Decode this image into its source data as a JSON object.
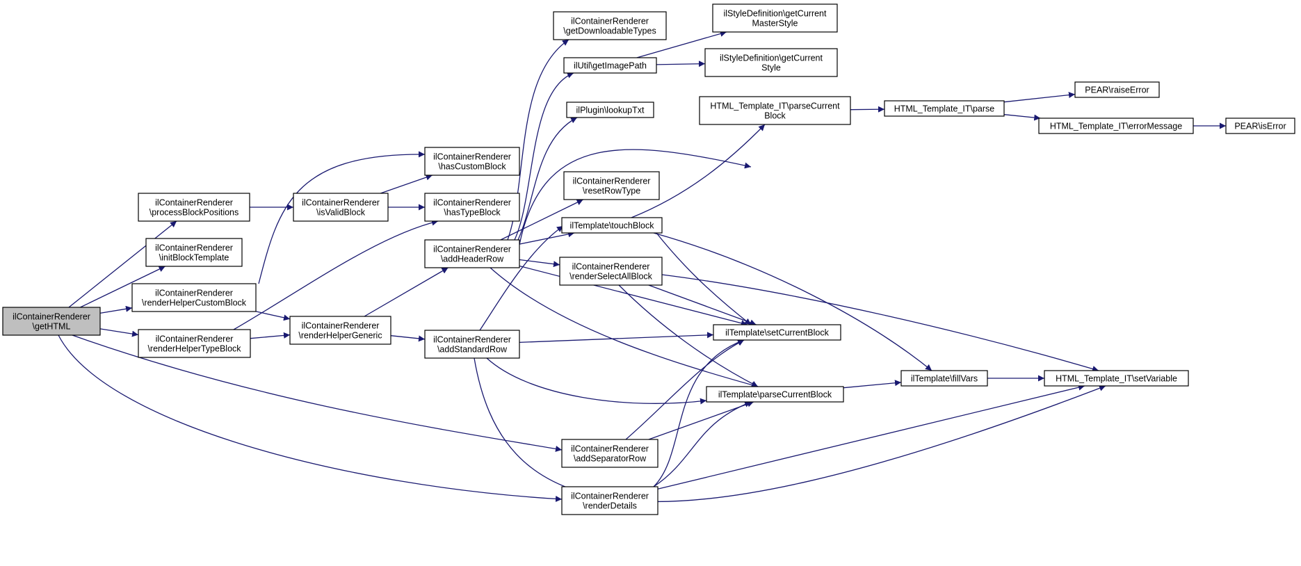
{
  "colors": {
    "edge": "#191970",
    "node_fill": "#ffffff",
    "root_fill": "#bfbfbf",
    "node_border": "#000000"
  },
  "nodes": [
    {
      "id": "getHTML",
      "lines": [
        "ilContainerRenderer",
        "\\getHTML"
      ],
      "root": true
    },
    {
      "id": "processBlockPositions",
      "lines": [
        "ilContainerRenderer",
        "\\processBlockPositions"
      ]
    },
    {
      "id": "initBlockTemplate",
      "lines": [
        "ilContainerRenderer",
        "\\initBlockTemplate"
      ]
    },
    {
      "id": "renderHelperCustomBlock",
      "lines": [
        "ilContainerRenderer",
        "\\renderHelperCustomBlock"
      ]
    },
    {
      "id": "renderHelperTypeBlock",
      "lines": [
        "ilContainerRenderer",
        "\\renderHelperTypeBlock"
      ]
    },
    {
      "id": "isValidBlock",
      "lines": [
        "ilContainerRenderer",
        "\\isValidBlock"
      ]
    },
    {
      "id": "renderHelperGeneric",
      "lines": [
        "ilContainerRenderer",
        "\\renderHelperGeneric"
      ]
    },
    {
      "id": "hasCustomBlock",
      "lines": [
        "ilContainerRenderer",
        "\\hasCustomBlock"
      ]
    },
    {
      "id": "hasTypeBlock",
      "lines": [
        "ilContainerRenderer",
        "\\hasTypeBlock"
      ]
    },
    {
      "id": "addHeaderRow",
      "lines": [
        "ilContainerRenderer",
        "\\addHeaderRow"
      ]
    },
    {
      "id": "addStandardRow",
      "lines": [
        "ilContainerRenderer",
        "\\addStandardRow"
      ]
    },
    {
      "id": "getDownloadableTypes",
      "lines": [
        "ilContainerRenderer",
        "\\getDownloadableTypes"
      ]
    },
    {
      "id": "getImagePath",
      "lines": [
        "ilUtil\\getImagePath"
      ]
    },
    {
      "id": "lookupTxt",
      "lines": [
        "ilPlugin\\lookupTxt"
      ]
    },
    {
      "id": "resetRowType",
      "lines": [
        "ilContainerRenderer",
        "\\resetRowType"
      ]
    },
    {
      "id": "touchBlock",
      "lines": [
        "ilTemplate\\touchBlock"
      ]
    },
    {
      "id": "renderSelectAllBlock",
      "lines": [
        "ilContainerRenderer",
        "\\renderSelectAllBlock"
      ]
    },
    {
      "id": "addSeparatorRow",
      "lines": [
        "ilContainerRenderer",
        "\\addSeparatorRow"
      ]
    },
    {
      "id": "renderDetails",
      "lines": [
        "ilContainerRenderer",
        "\\renderDetails"
      ]
    },
    {
      "id": "getCurrentMasterStyle",
      "lines": [
        "ilStyleDefinition\\getCurrent",
        "MasterStyle"
      ]
    },
    {
      "id": "getCurrentStyle",
      "lines": [
        "ilStyleDefinition\\getCurrent",
        "Style"
      ]
    },
    {
      "id": "itParseCurrentBlock",
      "lines": [
        "HTML_Template_IT\\parseCurrent",
        "Block"
      ]
    },
    {
      "id": "setCurrentBlock",
      "lines": [
        "ilTemplate\\setCurrentBlock"
      ]
    },
    {
      "id": "parseCurrentBlock",
      "lines": [
        "ilTemplate\\parseCurrentBlock"
      ]
    },
    {
      "id": "itParse",
      "lines": [
        "HTML_Template_IT\\parse"
      ]
    },
    {
      "id": "fillVars",
      "lines": [
        "ilTemplate\\fillVars"
      ]
    },
    {
      "id": "raiseError",
      "lines": [
        "PEAR\\raiseError"
      ]
    },
    {
      "id": "errorMessage",
      "lines": [
        "HTML_Template_IT\\errorMessage"
      ]
    },
    {
      "id": "setVariable",
      "lines": [
        "HTML_Template_IT\\setVariable"
      ]
    },
    {
      "id": "isError",
      "lines": [
        "PEAR\\isError"
      ]
    }
  ],
  "edges": [
    [
      "getHTML",
      "processBlockPositions"
    ],
    [
      "getHTML",
      "initBlockTemplate"
    ],
    [
      "getHTML",
      "renderHelperCustomBlock"
    ],
    [
      "getHTML",
      "renderHelperTypeBlock"
    ],
    [
      "getHTML",
      "addSeparatorRow"
    ],
    [
      "getHTML",
      "renderDetails"
    ],
    [
      "processBlockPositions",
      "isValidBlock"
    ],
    [
      "isValidBlock",
      "hasCustomBlock"
    ],
    [
      "isValidBlock",
      "hasTypeBlock"
    ],
    [
      "renderHelperCustomBlock",
      "hasCustomBlock"
    ],
    [
      "renderHelperCustomBlock",
      "renderHelperGeneric"
    ],
    [
      "renderHelperTypeBlock",
      "hasTypeBlock"
    ],
    [
      "renderHelperTypeBlock",
      "renderHelperGeneric"
    ],
    [
      "renderHelperGeneric",
      "addHeaderRow"
    ],
    [
      "renderHelperGeneric",
      "addStandardRow"
    ],
    [
      "addHeaderRow",
      "getDownloadableTypes"
    ],
    [
      "addHeaderRow",
      "getImagePath"
    ],
    [
      "addHeaderRow",
      "lookupTxt"
    ],
    [
      "addHeaderRow",
      "resetRowType"
    ],
    [
      "addHeaderRow",
      "touchBlock"
    ],
    [
      "addHeaderRow",
      "renderSelectAllBlock"
    ],
    [
      "addHeaderRow",
      "setCurrentBlock"
    ],
    [
      "addHeaderRow",
      "parseCurrentBlock"
    ],
    [
      "addHeaderRow",
      "setVariable"
    ],
    [
      "addStandardRow",
      "touchBlock"
    ],
    [
      "addStandardRow",
      "setCurrentBlock"
    ],
    [
      "addStandardRow",
      "parseCurrentBlock"
    ],
    [
      "addStandardRow",
      "setVariable"
    ],
    [
      "getImagePath",
      "getCurrentMasterStyle"
    ],
    [
      "getImagePath",
      "getCurrentStyle"
    ],
    [
      "touchBlock",
      "itParseCurrentBlock"
    ],
    [
      "touchBlock",
      "setCurrentBlock"
    ],
    [
      "touchBlock",
      "fillVars"
    ],
    [
      "renderSelectAllBlock",
      "setCurrentBlock"
    ],
    [
      "renderSelectAllBlock",
      "parseCurrentBlock"
    ],
    [
      "renderSelectAllBlock",
      "setVariable"
    ],
    [
      "addSeparatorRow",
      "setCurrentBlock"
    ],
    [
      "addSeparatorRow",
      "parseCurrentBlock"
    ],
    [
      "renderDetails",
      "setCurrentBlock"
    ],
    [
      "renderDetails",
      "parseCurrentBlock"
    ],
    [
      "renderDetails",
      "setVariable"
    ],
    [
      "itParseCurrentBlock",
      "itParse"
    ],
    [
      "itParse",
      "raiseError"
    ],
    [
      "itParse",
      "errorMessage"
    ],
    [
      "errorMessage",
      "isError"
    ],
    [
      "parseCurrentBlock",
      "fillVars"
    ],
    [
      "fillVars",
      "setVariable"
    ]
  ]
}
